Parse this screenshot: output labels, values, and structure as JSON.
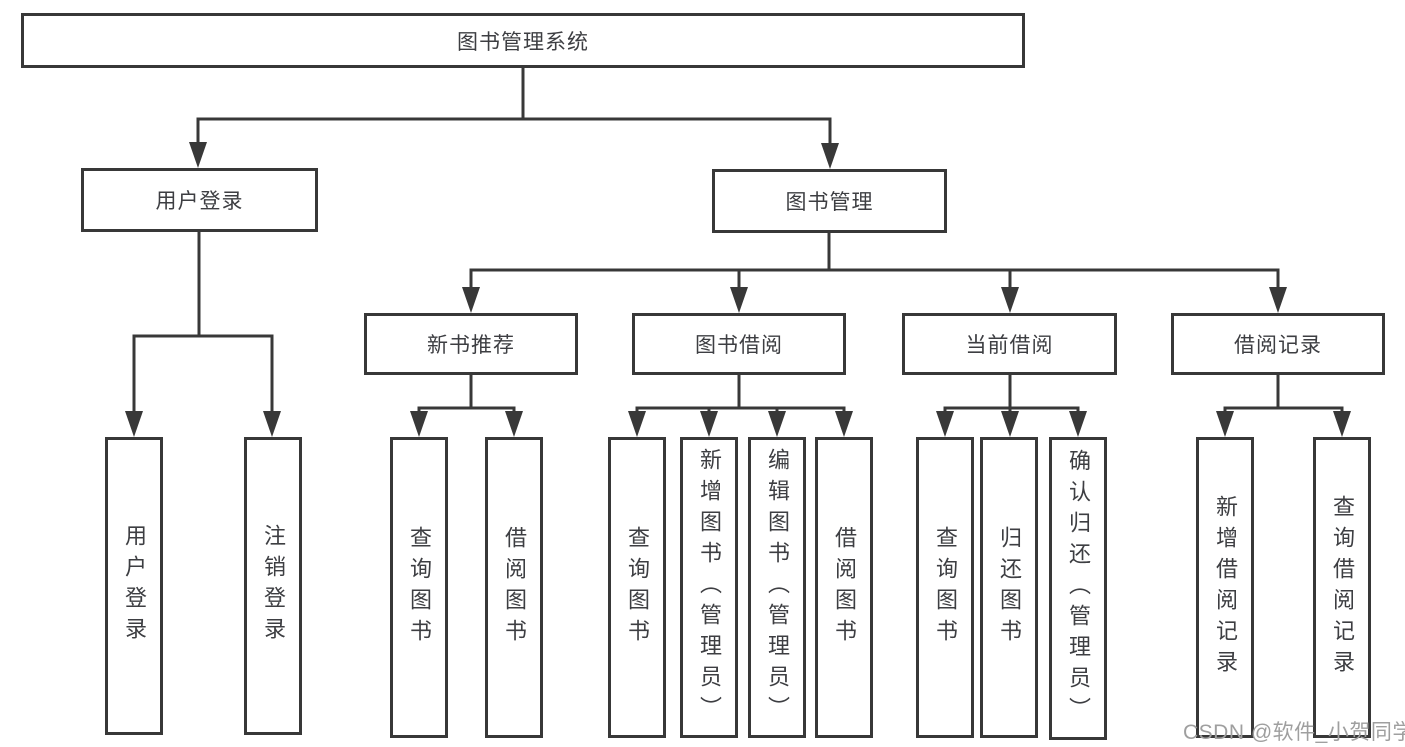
{
  "tree": {
    "root": {
      "label": "图书管理系统"
    },
    "branches": [
      {
        "label": "用户登录",
        "leaves": [
          {
            "label": "用户登录"
          },
          {
            "label": "注销登录"
          }
        ]
      },
      {
        "label": "图书管理",
        "groups": [
          {
            "label": "新书推荐",
            "leaves": [
              {
                "label": "查询图书"
              },
              {
                "label": "借阅图书"
              }
            ]
          },
          {
            "label": "图书借阅",
            "leaves": [
              {
                "label": "查询图书"
              },
              {
                "label": "新增图书（管理员）"
              },
              {
                "label": "编辑图书（管理员）"
              },
              {
                "label": "借阅图书"
              }
            ]
          },
          {
            "label": "当前借阅",
            "leaves": [
              {
                "label": "查询图书"
              },
              {
                "label": "归还图书"
              },
              {
                "label": "确认归还（管理员）"
              }
            ]
          },
          {
            "label": "借阅记录",
            "leaves": [
              {
                "label": "新增借阅记录"
              },
              {
                "label": "查询借阅记录"
              }
            ]
          }
        ]
      }
    ]
  },
  "watermark": {
    "text": "CSDN @软件_小贺同学"
  },
  "colors": {
    "line": "#383838",
    "box_border": "#383838",
    "text": "#3d3e42",
    "background": "#ffffff",
    "watermark": "#9f9f9f"
  }
}
